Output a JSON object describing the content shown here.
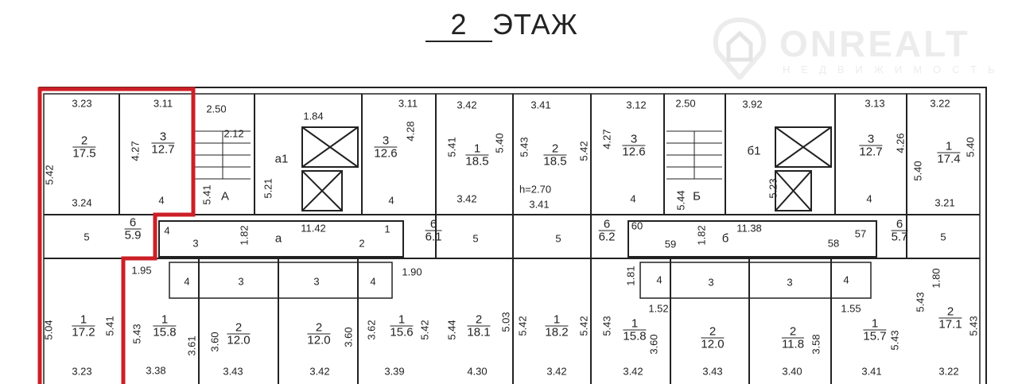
{
  "title": {
    "number": "2",
    "word": "ЭТАЖ"
  },
  "watermark": {
    "brand": "ONREALT",
    "sub": "НЕДВИЖИМОСТЬ"
  },
  "colors": {
    "highlight": "#cc1f26",
    "lines": "#222222"
  },
  "rooms": [
    {
      "num": "2",
      "area": "17.5"
    },
    {
      "num": "3",
      "area": "12.7"
    },
    {
      "num": "3",
      "area": "12.6"
    },
    {
      "num": "1",
      "area": "18.5"
    },
    {
      "num": "2",
      "area": "18.5"
    },
    {
      "num": "3",
      "area": "12.6"
    },
    {
      "num": "3",
      "area": "12.7"
    },
    {
      "num": "1",
      "area": "17.4"
    },
    {
      "num": "6",
      "area": "5.9"
    },
    {
      "num": "6",
      "area": "6.1"
    },
    {
      "num": "6",
      "area": "6.2"
    },
    {
      "num": "6",
      "area": "5.7"
    },
    {
      "num": "1",
      "area": "17.2"
    },
    {
      "num": "1",
      "area": "15.8"
    },
    {
      "num": "2",
      "area": "12.0"
    },
    {
      "num": "2",
      "area": "12.0"
    },
    {
      "num": "1",
      "area": "15.6"
    },
    {
      "num": "2",
      "area": "18.1"
    },
    {
      "num": "1",
      "area": "18.2"
    },
    {
      "num": "1",
      "area": "15.8"
    },
    {
      "num": "2",
      "area": "12.0"
    },
    {
      "num": "2",
      "area": "11.8"
    },
    {
      "num": "1",
      "area": "15.7"
    },
    {
      "num": "2",
      "area": "17.1"
    }
  ],
  "labels": [
    "3.23",
    "3.11",
    "2.50",
    "1.84",
    "2.12",
    "3.11",
    "3.42",
    "3.41",
    "3.12",
    "2.50",
    "3.92",
    "3.13",
    "3.22",
    "5.42",
    "4.27",
    "5.41",
    "5.21",
    "4.28",
    "5.41",
    "5.40",
    "5.43",
    "5.42",
    "4.27",
    "5.44",
    "5.23",
    "4.26",
    "5.40",
    "5.40",
    "3.24",
    "3.42",
    "h=2.70",
    "3.41",
    "3.21",
    "a1",
    "А",
    "б1",
    "Б",
    "а",
    "б",
    "4",
    "4",
    "4",
    "4",
    "5",
    "5",
    "5",
    "5",
    "4",
    "3",
    "1.82",
    "11.42",
    "1",
    "2",
    "60",
    "59",
    "1.82",
    "11.38",
    "57",
    "58",
    "1.95",
    "4",
    "3",
    "3",
    "4",
    "1.90",
    "1.81",
    "4",
    "3",
    "3",
    "4",
    "1.80",
    "1.52",
    "1.55",
    "5.04",
    "5.41",
    "5.43",
    "3.61",
    "3.60",
    "3.60",
    "3.62",
    "5.42",
    "5.44",
    "5.03",
    "5.42",
    "5.42",
    "5.43",
    "3.60",
    "3.58",
    "5.43",
    "5.43",
    "5.43",
    "3.23",
    "3.38",
    "3.43",
    "3.42",
    "3.39",
    "4.30",
    "3.42",
    "3.42",
    "3.43",
    "3.40",
    "3.41",
    "3.22"
  ]
}
